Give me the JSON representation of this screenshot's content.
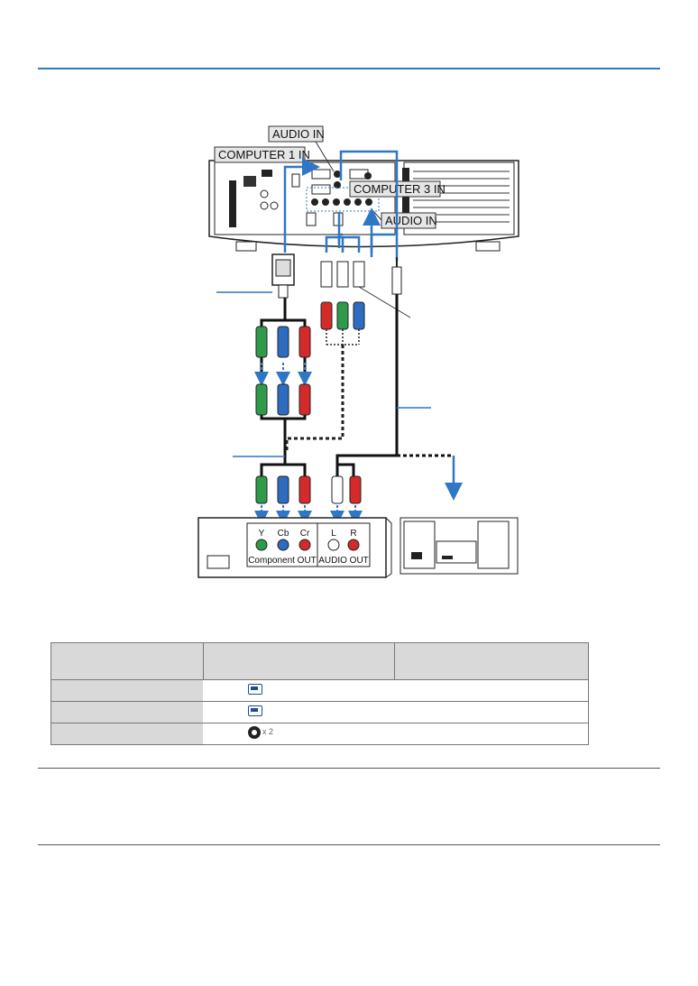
{
  "labels": {
    "audio_in_top": "AUDIO IN",
    "computer1_in": "COMPUTER 1 IN",
    "computer3_in": "COMPUTER 3 IN",
    "audio_in_right": "AUDIO IN"
  },
  "av_device": {
    "component_labels": [
      "Y",
      "Cb",
      "Cr"
    ],
    "component_out": "Component OUT",
    "audio_labels": [
      "L",
      "R"
    ],
    "audio_out": "AUDIO OUT"
  },
  "table": {
    "rows": [
      {
        "suffix": "x 2"
      },
      {},
      {}
    ]
  },
  "colors": {
    "accent_blue": "#2f77c4",
    "rca_green": "#2e9a4a",
    "rca_blue": "#2d6cc0",
    "rca_red": "#d42a2a"
  }
}
